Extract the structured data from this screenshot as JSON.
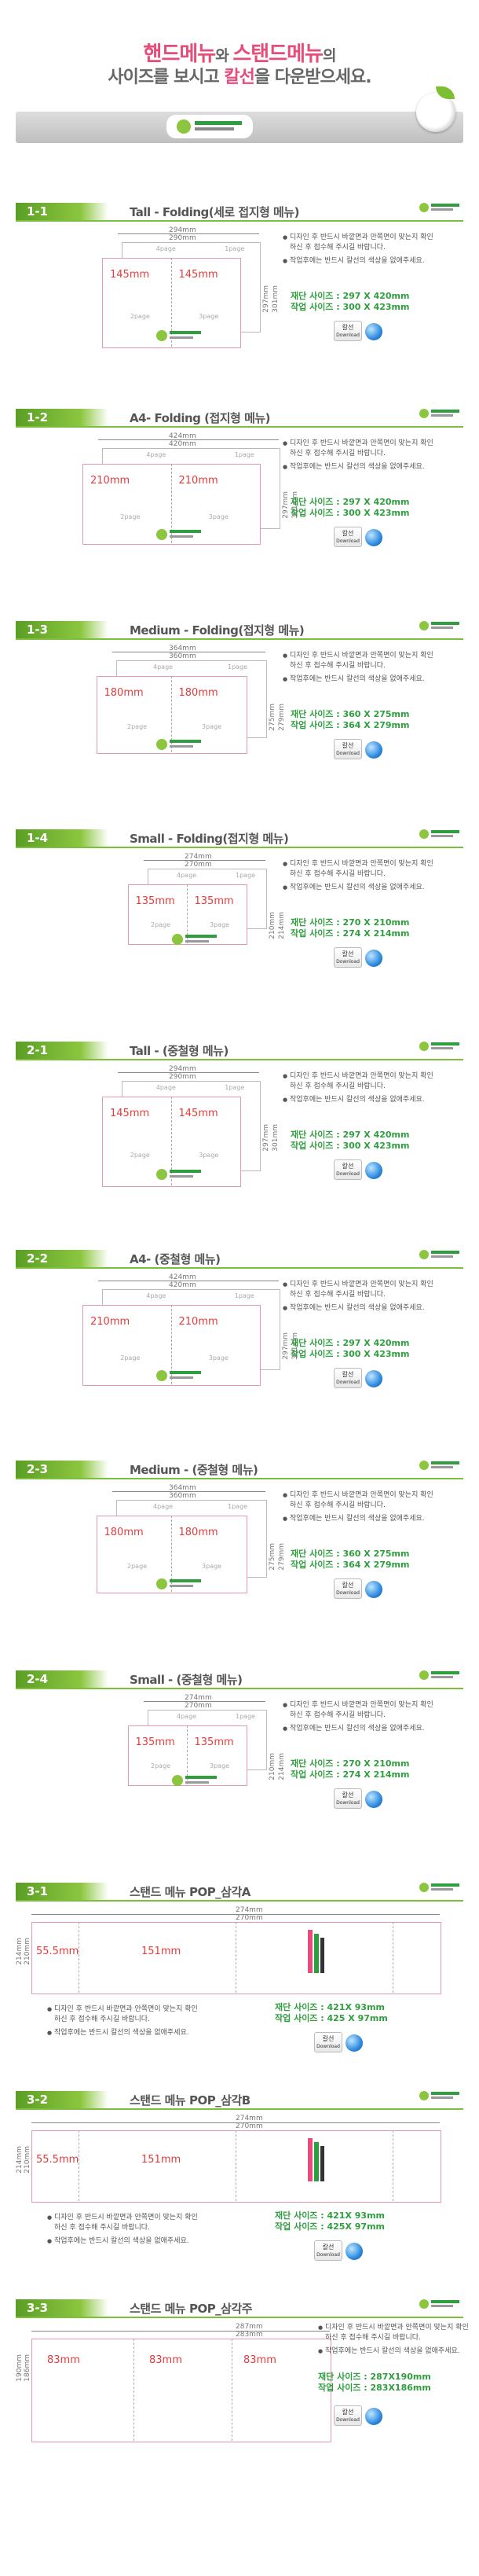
{
  "header": {
    "line1_a": "핸드메뉴",
    "line1_and1": "와 ",
    "line1_b": "스탠드메뉴",
    "line1_c": "의",
    "line2_a": "사이즈를 보시고 ",
    "line2_b": "칼선",
    "line2_c": "을 다운받으세요."
  },
  "notes": {
    "note1": "디자인 후 반드시 바깥면과 안쪽면이 맞는지 확인하신 후 접수해 주시길 바랍니다.",
    "note2": "작업후에는 반드시 칼선의 색상을 없애주세요."
  },
  "labels": {
    "cut_label": "재단 사이즈 :",
    "work_label": "작업 사이즈 :",
    "download_top": "칼선",
    "download_bottom": "Download",
    "page4": "4page",
    "page1": "1page",
    "page2": "2page",
    "page3": "3page"
  },
  "sections": [
    {
      "num": "1-1",
      "title": "Tall - Folding(세로 접지형 메뉴)",
      "outer_w": "294mm",
      "inner_w": "290mm",
      "h_inner": "297mm",
      "h_outer": "301mm",
      "left": "145mm",
      "right": "145mm",
      "cut": "297 X 420mm",
      "work": "300 X 423mm"
    },
    {
      "num": "1-2",
      "title": "A4- Folding (접지형 메뉴)",
      "outer_w": "424mm",
      "inner_w": "420mm",
      "h_inner": "297mm",
      "h_outer": "301mm",
      "left": "210mm",
      "right": "210mm",
      "cut": "297 X 420mm",
      "work": "300 X 423mm"
    },
    {
      "num": "1-3",
      "title": "Medium - Folding(접지형 메뉴)",
      "outer_w": "364mm",
      "inner_w": "360mm",
      "h_inner": "275mm",
      "h_outer": "279mm",
      "left": "180mm",
      "right": "180mm",
      "cut": "360 X 275mm",
      "work": "364 X 279mm"
    },
    {
      "num": "1-4",
      "title": "Small - Folding(접지형 메뉴)",
      "outer_w": "274mm",
      "inner_w": "270mm",
      "h_inner": "210mm",
      "h_outer": "214mm",
      "left": "135mm",
      "right": "135mm",
      "cut": "270 X 210mm",
      "work": "274 X 214mm"
    },
    {
      "num": "2-1",
      "title": "Tall - (중철형 메뉴)",
      "outer_w": "294mm",
      "inner_w": "290mm",
      "h_inner": "297mm",
      "h_outer": "301mm",
      "left": "145mm",
      "right": "145mm",
      "cut": "297 X 420mm",
      "work": "300 X 423mm"
    },
    {
      "num": "2-2",
      "title": "A4- (중철형 메뉴)",
      "outer_w": "424mm",
      "inner_w": "420mm",
      "h_inner": "297mm",
      "h_outer": "301mm",
      "left": "210mm",
      "right": "210mm",
      "cut": "297 X 420mm",
      "work": "300 X 423mm"
    },
    {
      "num": "2-3",
      "title": "Medium - (중철형 메뉴)",
      "outer_w": "364mm",
      "inner_w": "360mm",
      "h_inner": "275mm",
      "h_outer": "279mm",
      "left": "180mm",
      "right": "180mm",
      "cut": "360 X 275mm",
      "work": "364 X 279mm"
    },
    {
      "num": "2-4",
      "title": "Small - (중철형 메뉴)",
      "outer_w": "274mm",
      "inner_w": "270mm",
      "h_inner": "210mm",
      "h_outer": "214mm",
      "left": "135mm",
      "right": "135mm",
      "cut": "270 X 210mm",
      "work": "274 X 214mm"
    }
  ],
  "pop": [
    {
      "num": "3-1",
      "title": "스탠드 메뉴 POP_삼각A",
      "outer_w": "274mm",
      "inner_w": "270mm",
      "h_inner": "210mm",
      "h_outer": "214mm",
      "left": "55.5mm",
      "mid": "151mm",
      "cut": "421X 93mm",
      "work": "425 X 97mm"
    },
    {
      "num": "3-2",
      "title": "스탠드 메뉴 POP_삼각B",
      "outer_w": "274mm",
      "inner_w": "270mm",
      "h_inner": "210mm",
      "h_outer": "214mm",
      "left": "55.5mm",
      "mid": "151mm",
      "cut": "421X 93mm",
      "work": "425X 97mm"
    },
    {
      "num": "3-3",
      "title": "스탠드 메뉴 POP_삼각주",
      "outer_w": "287mm",
      "inner_w": "283mm",
      "h_inner": "186mm",
      "h_outer": "190mm",
      "a": "83mm",
      "b": "83mm",
      "c": "83mm",
      "cut": "287X190mm",
      "work": "283X186mm"
    }
  ]
}
